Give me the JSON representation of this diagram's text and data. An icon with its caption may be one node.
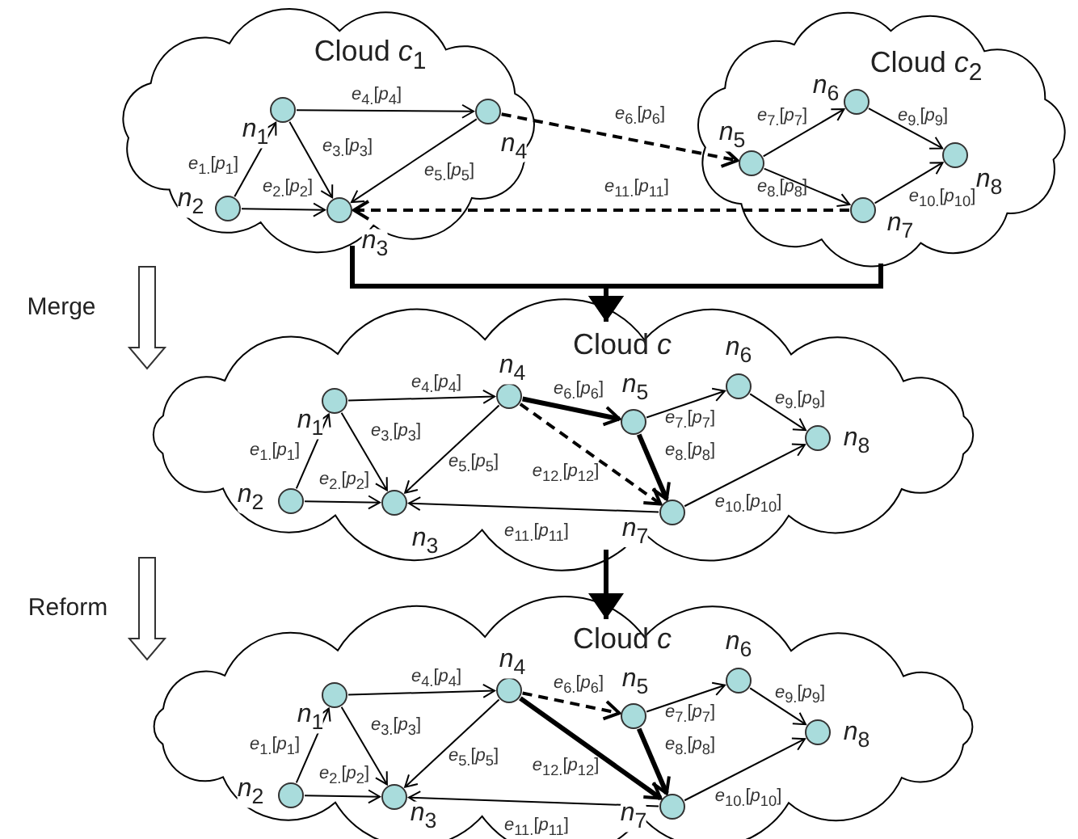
{
  "diagram": {
    "nodes": [
      {
        "text": [
          "Cloud *c*$_{1}$"
        ]
      },
      {
        "text": [],
        "shape": "circle",
        "beside": [
          "*n*$_{1}$"
        ],
        "in": 0
      },
      {
        "text": [],
        "shape": "circle",
        "beside": [
          "*n*$_{2}$"
        ],
        "in": 0
      },
      {
        "text": [],
        "shape": "circle",
        "beside": [
          "*n*$_{3}$"
        ],
        "in": 0
      },
      {
        "text": [],
        "shape": "circle",
        "beside": [
          "*n*$_{4}$"
        ],
        "in": 0
      },
      {
        "text": [
          "Cloud *c*$_{2}$"
        ]
      },
      {
        "text": [],
        "shape": "circle",
        "beside": [
          "*n*$_{5}$"
        ],
        "in": 5
      },
      {
        "text": [],
        "shape": "circle",
        "beside": [
          "*n*$_{6}$"
        ],
        "in": 5
      },
      {
        "text": [],
        "shape": "circle",
        "beside": [
          "*n*$_{7}$"
        ],
        "in": 5
      },
      {
        "text": [],
        "shape": "circle",
        "beside": [
          "*n*$_{8}$"
        ],
        "in": 5
      },
      {
        "text": [
          "Cloud *c*"
        ]
      },
      {
        "text": [],
        "shape": "circle",
        "beside": [
          "*n*$_{1}$"
        ],
        "in": 10
      },
      {
        "text": [],
        "shape": "circle",
        "beside": [
          "*n*$_{2}$"
        ],
        "in": 10
      },
      {
        "text": [],
        "shape": "circle",
        "beside": [
          "*n*$_{3}$"
        ],
        "in": 10
      },
      {
        "text": [],
        "shape": "circle",
        "beside": [
          "*n*$_{4}$"
        ],
        "in": 10
      },
      {
        "text": [],
        "shape": "circle",
        "beside": [
          "*n*$_{5}$"
        ],
        "in": 10
      },
      {
        "text": [],
        "shape": "circle",
        "beside": [
          "*n*$_{6}$"
        ],
        "in": 10
      },
      {
        "text": [],
        "shape": "circle",
        "beside": [
          "*n*$_{7}$"
        ],
        "in": 10
      },
      {
        "text": [],
        "shape": "circle",
        "beside": [
          "*n*$_{8}$"
        ],
        "in": 10
      },
      {
        "text": [
          "Cloud *c*"
        ]
      },
      {
        "text": [],
        "shape": "circle",
        "beside": [
          "*n*$_{1}$"
        ],
        "in": 19
      },
      {
        "text": [],
        "shape": "circle",
        "beside": [
          "*n*$_{2}$"
        ],
        "in": 19
      },
      {
        "text": [],
        "shape": "circle",
        "beside": [
          "*n*$_{3}$"
        ],
        "in": 19
      },
      {
        "text": [],
        "shape": "circle",
        "beside": [
          "*n*$_{4}$"
        ],
        "in": 19
      },
      {
        "text": [],
        "shape": "circle",
        "beside": [
          "*n*$_{5}$"
        ],
        "in": 19
      },
      {
        "text": [],
        "shape": "circle",
        "beside": [
          "*n*$_{6}$"
        ],
        "in": 19
      },
      {
        "text": [],
        "shape": "circle",
        "beside": [
          "*n*$_{7}$"
        ],
        "in": 19
      },
      {
        "text": [],
        "shape": "circle",
        "beside": [
          "*n*$_{8}$"
        ],
        "in": 19
      }
    ],
    "edges": [
      {
        "from": 2,
        "to": 1,
        "arrow": "to",
        "label": "*e*$_{1.}$[*p*$_{1}$]"
      },
      {
        "from": 2,
        "to": 3,
        "arrow": "to",
        "label": "*e*$_{2.}$[*p*$_{2}$]"
      },
      {
        "from": 1,
        "to": 3,
        "arrow": "to",
        "label": "*e*$_{3.}$[*p*$_{3}$]"
      },
      {
        "from": 1,
        "to": 4,
        "arrow": "to",
        "label": "*e*$_{4.}$[*p*$_{4}$]"
      },
      {
        "from": 4,
        "to": 3,
        "arrow": "to",
        "label": "*e*$_{5.}$[*p*$_{5}$]"
      },
      {
        "from": 4,
        "to": 6,
        "arrow": "to",
        "label": "*e*$_{6.}$[*p*$_{6}$]",
        "style": "dashed"
      },
      {
        "from": 6,
        "to": 7,
        "arrow": "to",
        "label": "*e*$_{7.}$[*p*$_{7}$]"
      },
      {
        "from": 6,
        "to": 8,
        "arrow": "to",
        "label": "*e*$_{8.}$[*p*$_{8}$]"
      },
      {
        "from": 7,
        "to": 9,
        "arrow": "to",
        "label": "*e*$_{9.}$[*p*$_{9}$]"
      },
      {
        "from": 8,
        "to": 9,
        "arrow": "to",
        "label": "*e*$_{10.}$[*p*$_{10}$]"
      },
      {
        "from": 8,
        "to": 3,
        "arrow": "to",
        "label": "*e*$_{11.}$[*p*$_{11}$]",
        "style": "dashed"
      },
      {
        "from": 0,
        "to": 10,
        "arrow": "to",
        "style": "thick"
      },
      {
        "from": 5,
        "to": 10,
        "arrow": "to",
        "style": "thick"
      },
      {
        "from": 12,
        "to": 11,
        "arrow": "to",
        "label": "*e*$_{1.}$[*p*$_{1}$]"
      },
      {
        "from": 12,
        "to": 13,
        "arrow": "to",
        "label": "*e*$_{2.}$[*p*$_{2}$]"
      },
      {
        "from": 11,
        "to": 13,
        "arrow": "to",
        "label": "*e*$_{3.}$[*p*$_{3}$]"
      },
      {
        "from": 11,
        "to": 14,
        "arrow": "to",
        "label": "*e*$_{4.}$[*p*$_{4}$]"
      },
      {
        "from": 14,
        "to": 13,
        "arrow": "to",
        "label": "*e*$_{5.}$[*p*$_{5}$]"
      },
      {
        "from": 14,
        "to": 15,
        "arrow": "to",
        "label": "*e*$_{6.}$[*p*$_{6}$]",
        "style": "thick"
      },
      {
        "from": 15,
        "to": 16,
        "arrow": "to",
        "label": "*e*$_{7.}$[*p*$_{7}$]"
      },
      {
        "from": 15,
        "to": 17,
        "arrow": "to",
        "label": "*e*$_{8.}$[*p*$_{8}$]",
        "style": "thick"
      },
      {
        "from": 16,
        "to": 18,
        "arrow": "to",
        "label": "*e*$_{9.}$[*p*$_{9}$]"
      },
      {
        "from": 17,
        "to": 18,
        "arrow": "to",
        "label": "*e*$_{10.}$[*p*$_{10}$]"
      },
      {
        "from": 17,
        "to": 13,
        "arrow": "to",
        "label": "*e*$_{11.}$[*p*$_{11}$]"
      },
      {
        "from": 14,
        "to": 17,
        "arrow": "to",
        "label": "*e*$_{12.}$[*p*$_{12}$]",
        "style": "dashed"
      },
      {
        "from": 10,
        "to": 19,
        "arrow": "to",
        "style": "thick"
      },
      {
        "from": 21,
        "to": 20,
        "arrow": "to",
        "label": "*e*$_{1.}$[*p*$_{1}$]"
      },
      {
        "from": 21,
        "to": 22,
        "arrow": "to",
        "label": "*e*$_{2.}$[*p*$_{2}$]"
      },
      {
        "from": 20,
        "to": 22,
        "arrow": "to",
        "label": "*e*$_{3.}$[*p*$_{3}$]"
      },
      {
        "from": 20,
        "to": 23,
        "arrow": "to",
        "label": "*e*$_{4.}$[*p*$_{4}$]"
      },
      {
        "from": 23,
        "to": 22,
        "arrow": "to",
        "label": "*e*$_{5.}$[*p*$_{5}$]"
      },
      {
        "from": 23,
        "to": 24,
        "arrow": "to",
        "label": "*e*$_{6.}$[*p*$_{6}$]",
        "style": "dashed"
      },
      {
        "from": 24,
        "to": 25,
        "arrow": "to",
        "label": "*e*$_{7.}$[*p*$_{7}$]"
      },
      {
        "from": 24,
        "to": 26,
        "arrow": "to",
        "label": "*e*$_{8.}$[*p*$_{8}$]",
        "style": "thick"
      },
      {
        "from": 25,
        "to": 27,
        "arrow": "to",
        "label": "*e*$_{9.}$[*p*$_{9}$]"
      },
      {
        "from": 26,
        "to": 27,
        "arrow": "to",
        "label": "*e*$_{10.}$[*p*$_{10}$]"
      },
      {
        "from": 26,
        "to": 22,
        "arrow": "to",
        "label": "*e*$_{11.}$[*p*$_{11}$]"
      },
      {
        "from": 23,
        "to": 26,
        "arrow": "to",
        "label": "*e*$_{12.}$[*p*$_{12}$]",
        "style": "thick"
      }
    ],
    "labels": [
      "Merge",
      "Reform"
    ]
  }
}
